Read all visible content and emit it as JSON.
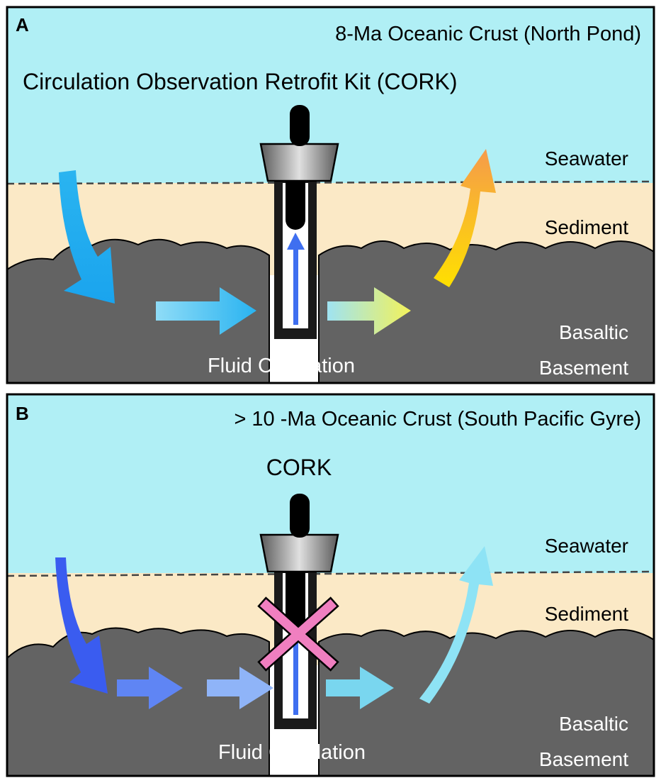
{
  "panel_a": {
    "letter": "A",
    "title": "8-Ma Oceanic Crust (North Pond)",
    "subtitle": "Circulation Observation Retrofit Kit (CORK)",
    "layer_seawater": "Seawater",
    "layer_sediment": "Sediment",
    "layer_basement_line1": "Basaltic",
    "layer_basement_line2": "Basement",
    "flow_label": "Fluid Circulation"
  },
  "panel_b": {
    "letter": "B",
    "title": "> 10 -Ma Oceanic Crust (South Pacific Gyre)",
    "subtitle": "CORK",
    "layer_seawater": "Seawater",
    "layer_sediment": "Sediment",
    "layer_basement_line1": "Basaltic",
    "layer_basement_line2": "Basement",
    "flow_label": "Fluid Circulation"
  },
  "colors": {
    "seawater": "#b0eff5",
    "sediment": "#fbe9c6",
    "basement": "#636363",
    "cork_body": "#1a1a1a",
    "cork_cap": "#9a9a9a",
    "flow_arrow_a": "#3f6ff0",
    "cross_mark": "#f07fc0"
  }
}
